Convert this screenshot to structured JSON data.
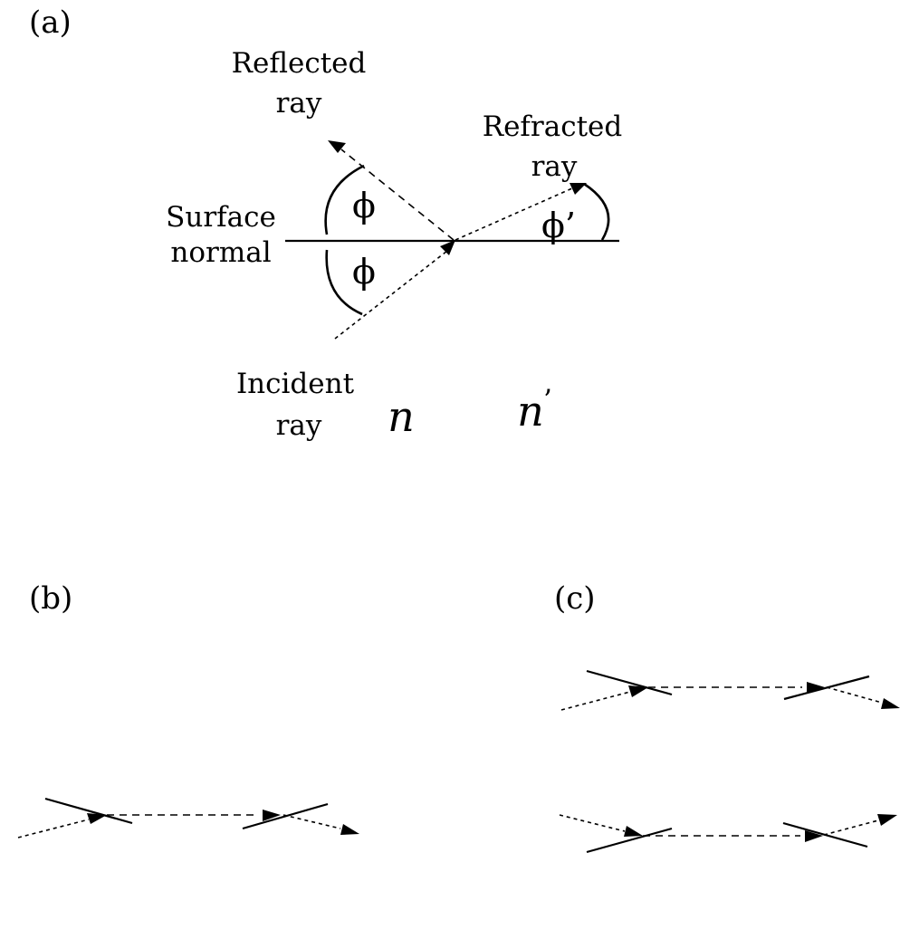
{
  "panels": {
    "a": {
      "label": "(a)",
      "reflected_line1": "Reflected",
      "reflected_line2": "ray",
      "refracted_line1": "Refracted",
      "refracted_line2": "ray",
      "surface_line1": "Surface",
      "surface_line2": "normal",
      "incident_line1": "Incident",
      "incident_line2": "ray",
      "angle_reflected": "ϕ",
      "angle_incident": "ϕ",
      "angle_refracted": "ϕ’",
      "index_left": "n",
      "index_right": "n",
      "index_right_prime": "’"
    },
    "b": {
      "label": "(b)"
    },
    "c": {
      "label": "(c)"
    }
  }
}
